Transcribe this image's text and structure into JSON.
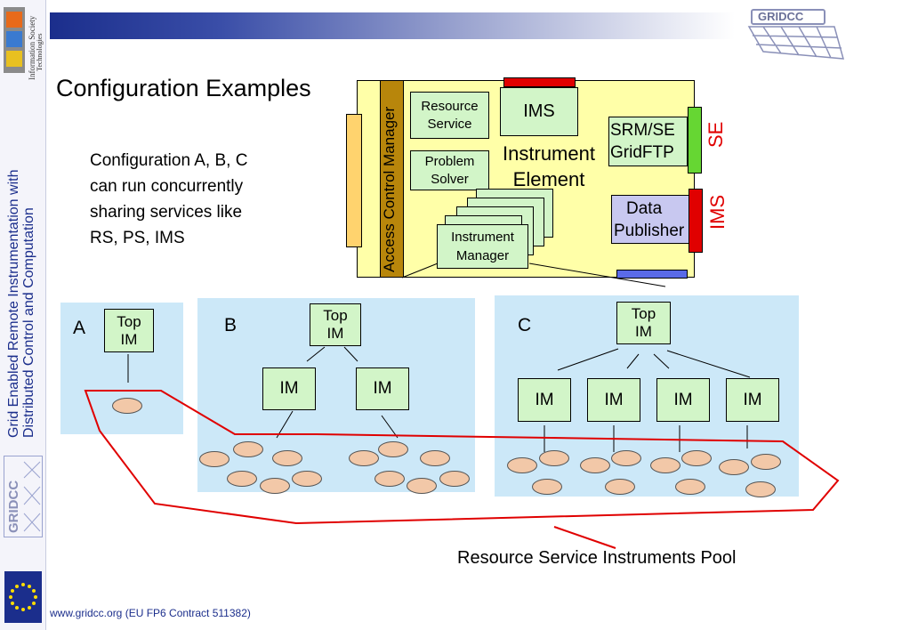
{
  "slide": {
    "title": "Configuration Examples",
    "description_lines": [
      "Configuration A, B, C",
      "can run concurrently",
      "sharing services like",
      "RS, PS, IMS"
    ],
    "footer": "www.gridcc.org (EU FP6 Contract 511382)",
    "sidebar_title_1": "Grid Enabled Remote Instrumentation with",
    "sidebar_title_2": "Distributed Control and Computation",
    "sidebar_logo_text": "GRIDCC",
    "ist_line_1": "Information Society",
    "ist_line_2": "Technologies",
    "header_logo_text": "GRIDCC"
  },
  "element": {
    "acm": "Access Control Manager",
    "rs_1": "Resource",
    "rs_2": "Service",
    "ps_1": "Problem",
    "ps_2": "Solver",
    "ims": "IMS",
    "ie_1": "Instrument",
    "ie_2": "Element",
    "srm_1": "SRM/SE",
    "srm_2": "GridFTP",
    "se_tag": "SE",
    "dp_1": "Data",
    "dp_2": "Publisher",
    "ims_tag": "IMS",
    "im_1": "Instrument",
    "im_2": "Manager"
  },
  "configs": {
    "a_label": "A",
    "b_label": "B",
    "c_label": "C",
    "top_1": "Top",
    "top_2": "IM",
    "im": "IM"
  },
  "pool_label": "Resource Service Instruments Pool",
  "colors": {
    "element_bg": "#ffffa8",
    "panel_bg": "#cce8f8",
    "node_bg": "#d2f5c8",
    "pool_line": "#e00000",
    "acm_bar": "#b8860b"
  }
}
